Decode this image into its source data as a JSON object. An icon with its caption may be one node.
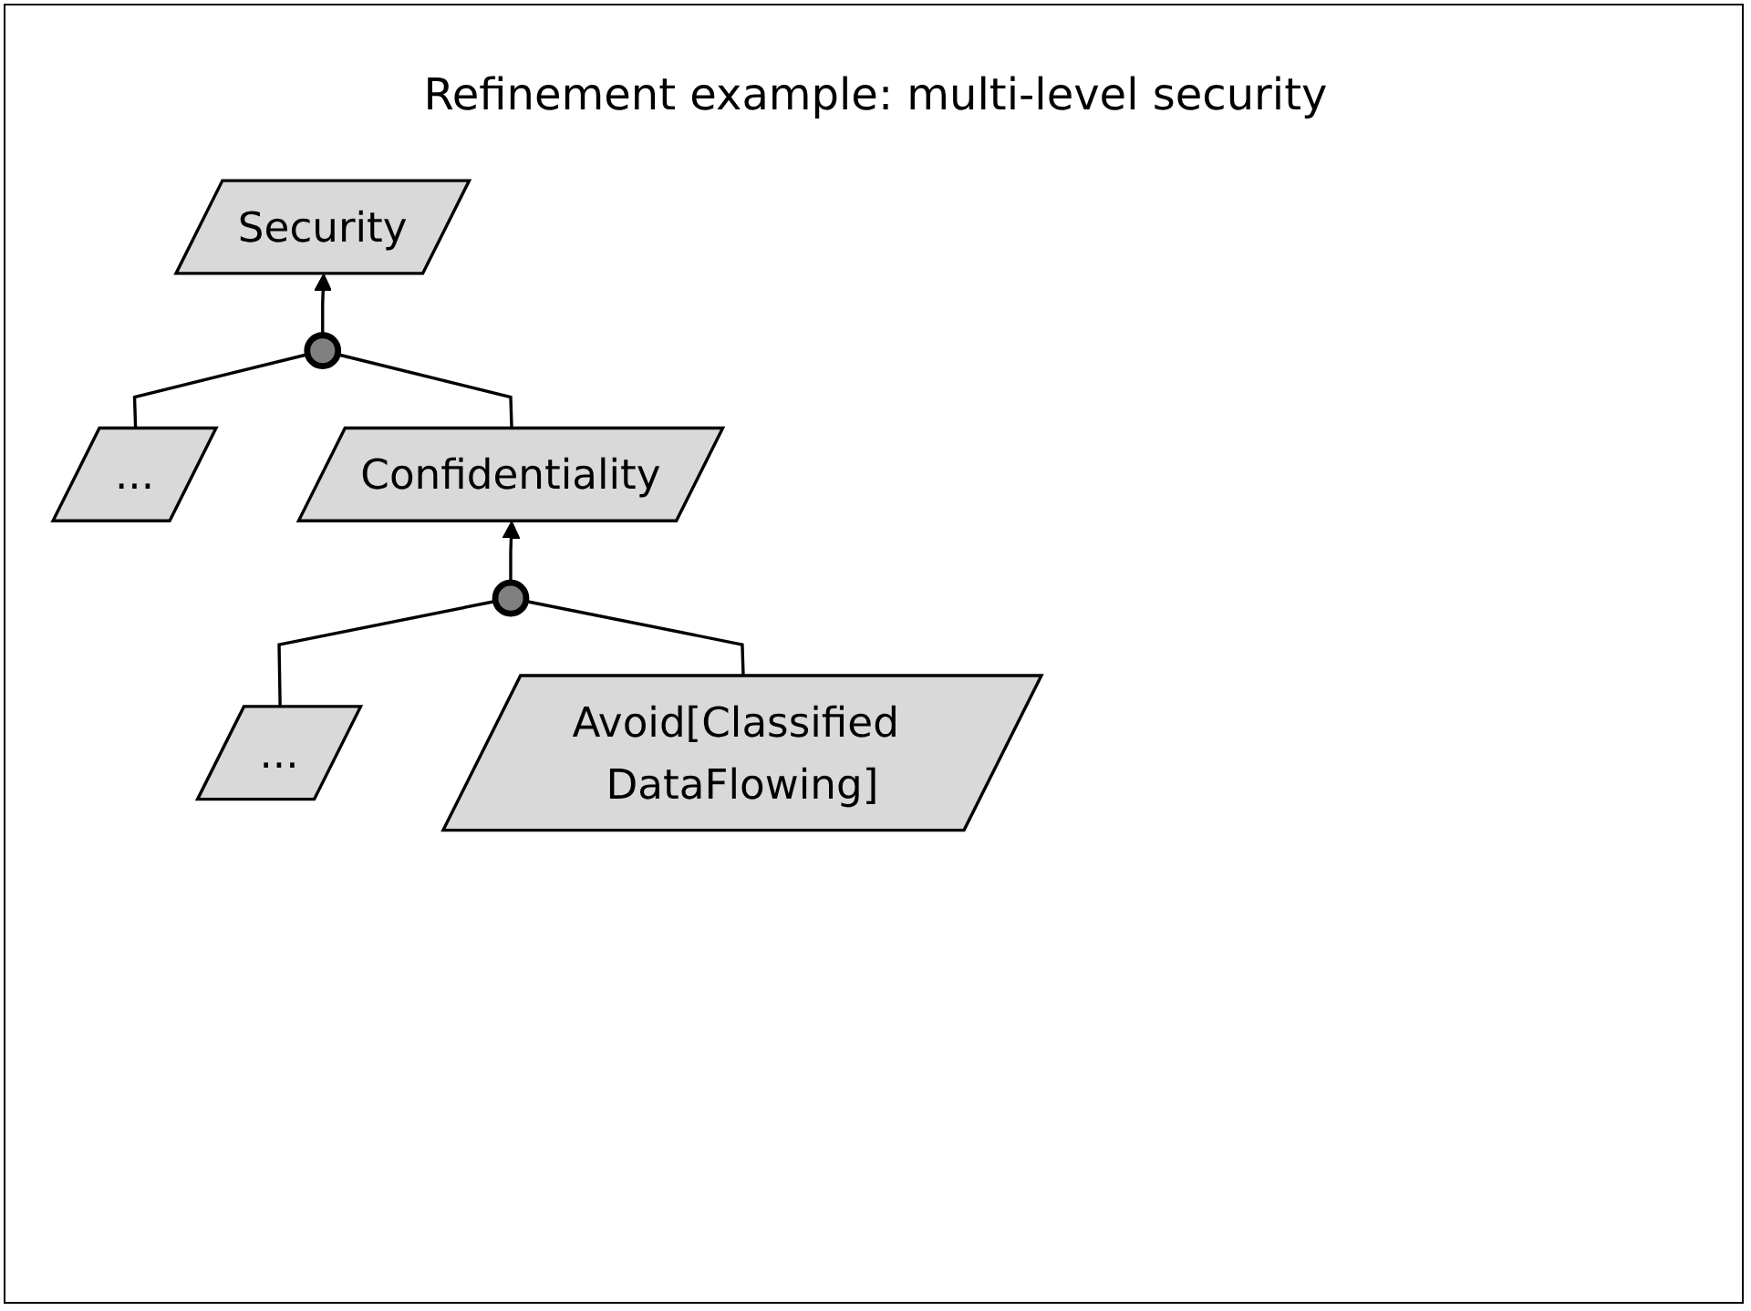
{
  "diagram": {
    "title": "Refinement example: multi-level security",
    "nodes": [
      {
        "text": [
          "Security"
        ]
      },
      {
        "text": [],
        "shape": "circle"
      },
      {
        "text": [
          "..."
        ]
      },
      {
        "text": [
          "Confidentiality"
        ]
      },
      {
        "text": [],
        "shape": "circle"
      },
      {
        "text": [
          "..."
        ]
      },
      {
        "text": [
          "Avoid[Classified DataFlowing]"
        ]
      }
    ],
    "edges": [
      {
        "from": 1,
        "to": 0,
        "arrow": "to"
      },
      {
        "from": 2,
        "to": 1,
        "arrow": "none"
      },
      {
        "from": 3,
        "to": 1,
        "arrow": "none"
      },
      {
        "from": 4,
        "to": 3,
        "arrow": "to"
      },
      {
        "from": 5,
        "to": 4,
        "arrow": "none"
      },
      {
        "from": 6,
        "to": 4,
        "arrow": "none"
      }
    ]
  }
}
